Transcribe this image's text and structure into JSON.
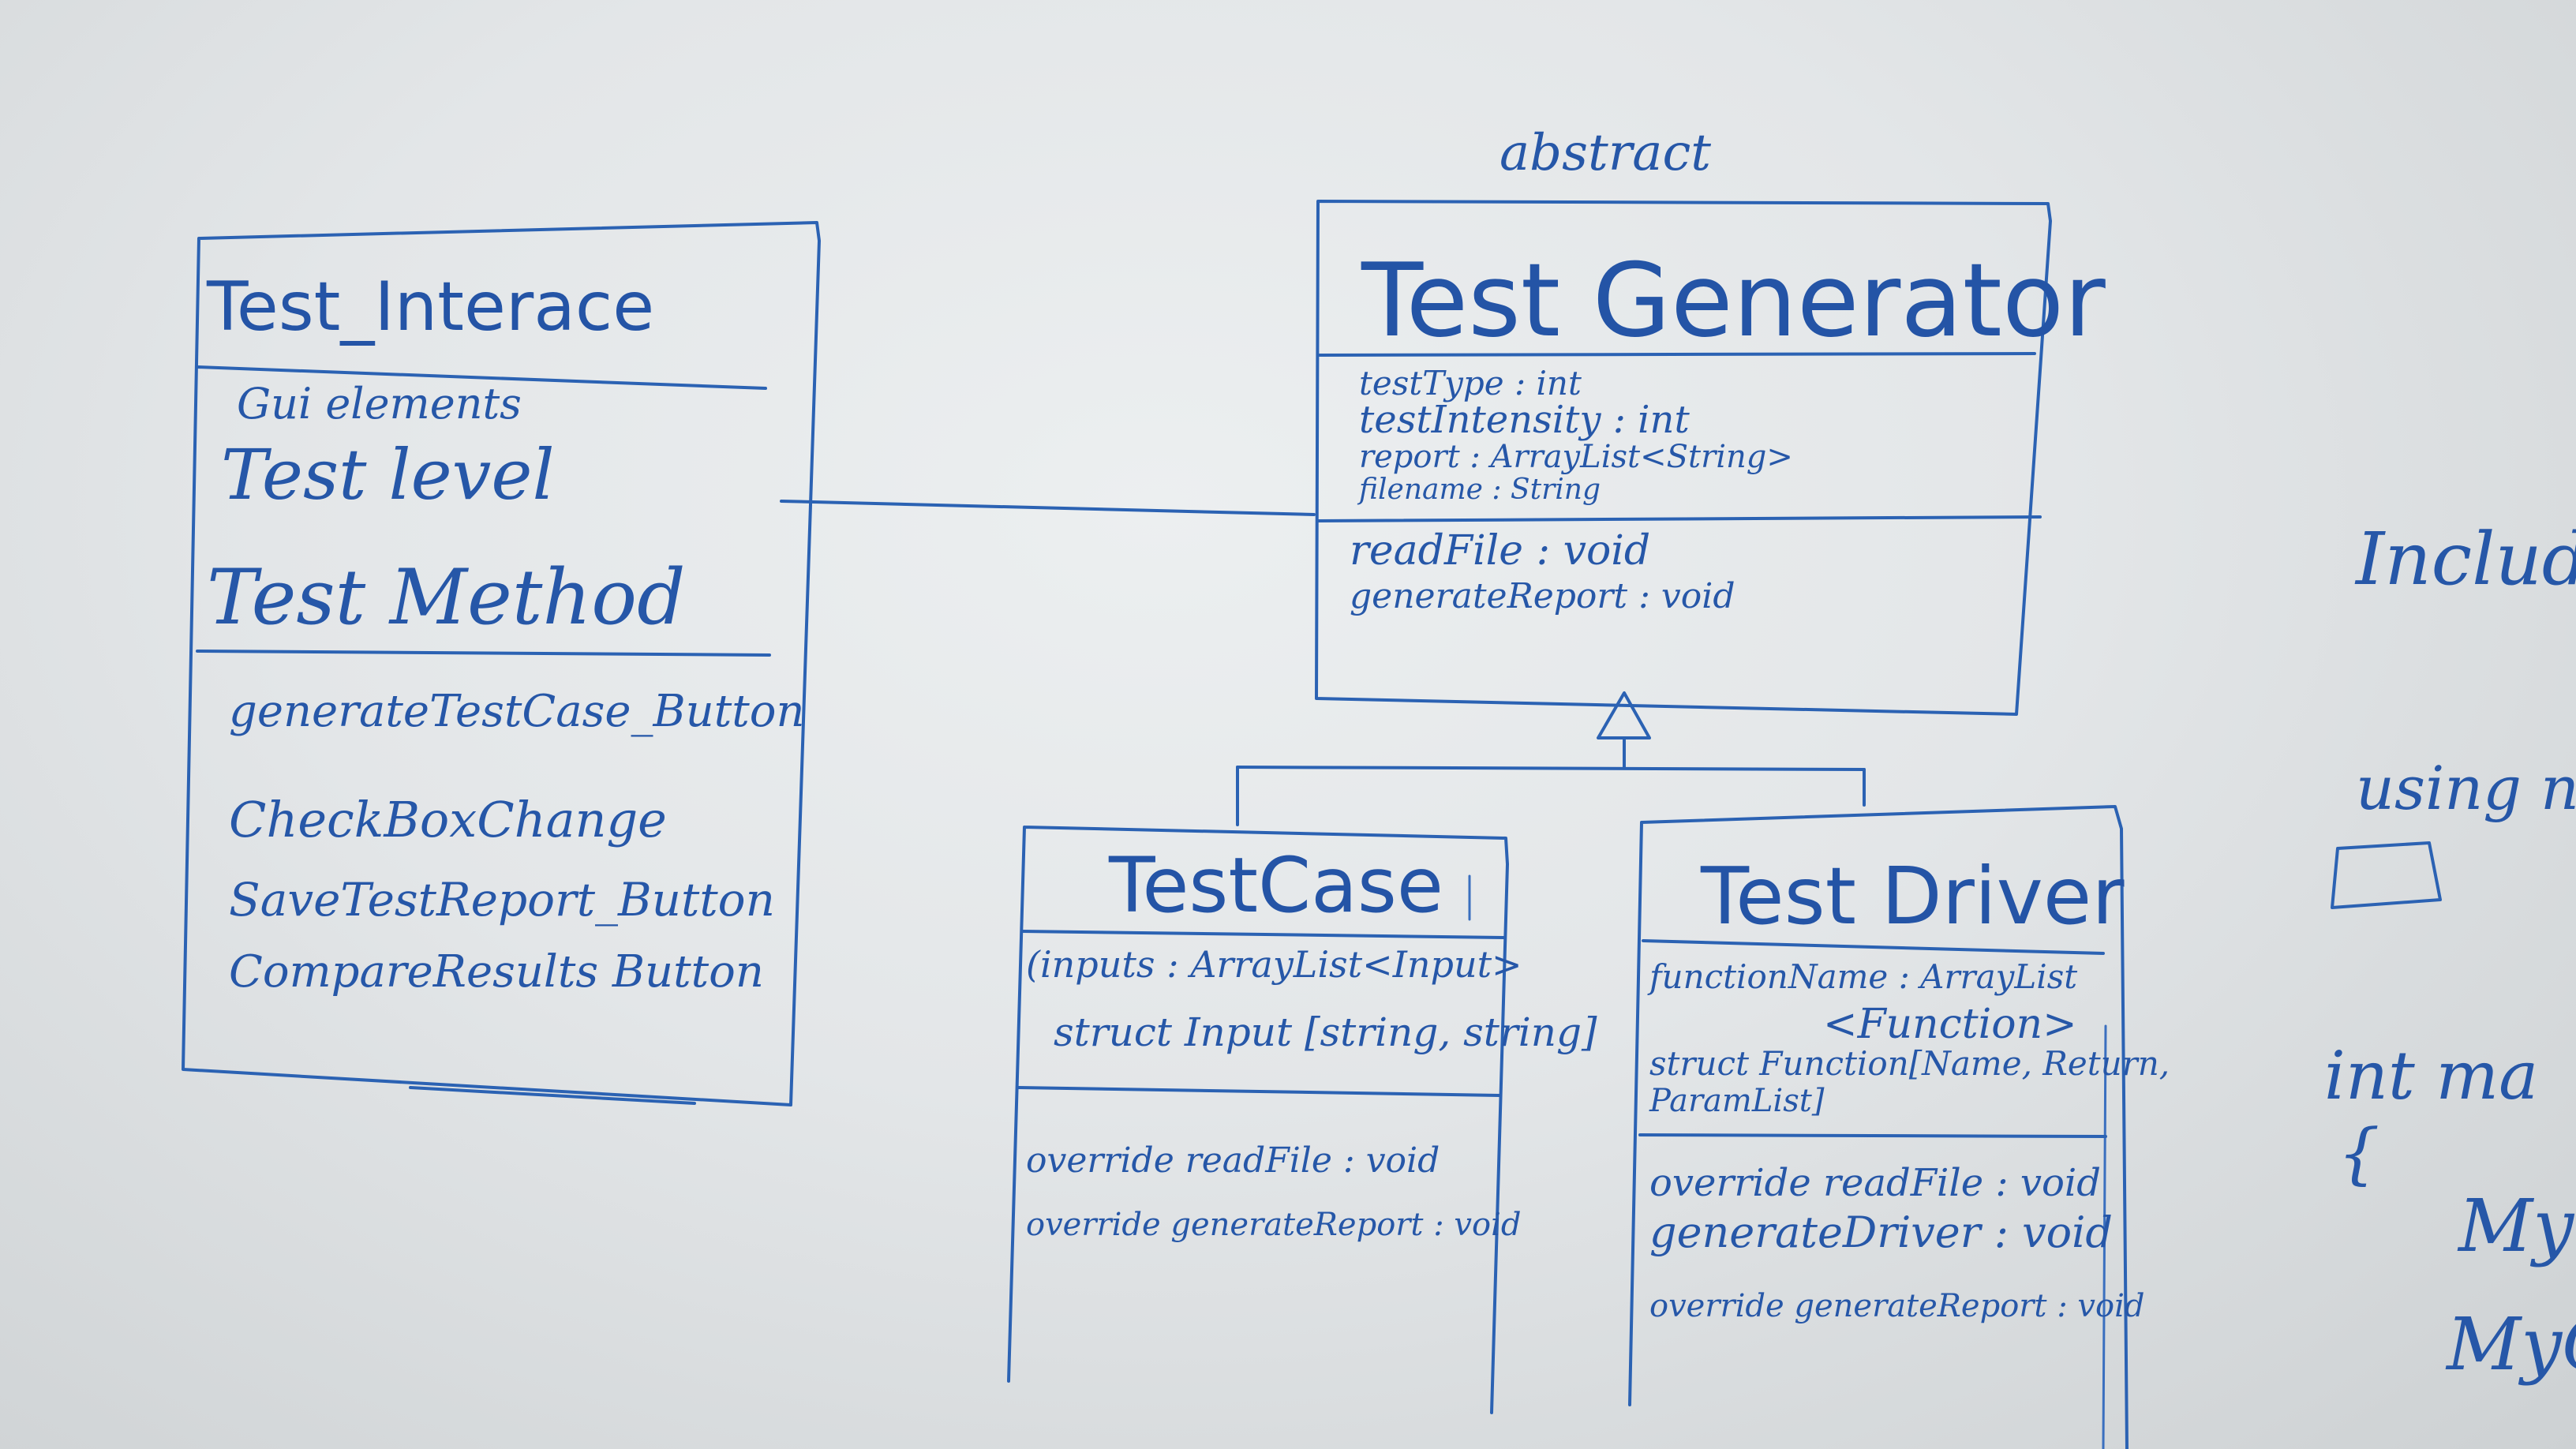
{
  "stereotype": "abstract",
  "classes": {
    "test_interface": {
      "name": "Test_Interace",
      "attributes": [
        "Gui elements",
        "Test level",
        "Test Method"
      ],
      "methods": [
        "generateTestCase_Button",
        "CheckBoxChange",
        "SaveTestReport_Button",
        "CompareResults Button"
      ]
    },
    "test_generator": {
      "name": "Test Generator",
      "attributes": [
        "testType : int",
        "testIntensity : int",
        "report : ArrayList<String>",
        "filename : String"
      ],
      "methods": [
        "readFile : void",
        "generateReport : void"
      ]
    },
    "test_case": {
      "name": "TestCase",
      "attributes": [
        "(inputs : ArrayList<Input>",
        "struct Input [string, string]"
      ],
      "methods": [
        "override readFile : void",
        "override generateReport : void"
      ]
    },
    "test_driver": {
      "name": "Test Driver",
      "attributes": [
        "functionName : ArrayList",
        "<Function>",
        "struct Function[Name, Return,",
        "ParamList]"
      ],
      "methods": [
        "override readFile : void",
        "generateDriver : void",
        "override generateReport : void"
      ]
    }
  },
  "side_notes": [
    "Includ",
    "using n",
    "int ma",
    "{",
    "My",
    "MyC"
  ],
  "colors": {
    "whiteboard": "#e3e6e8",
    "marker": "#2b62b3"
  }
}
